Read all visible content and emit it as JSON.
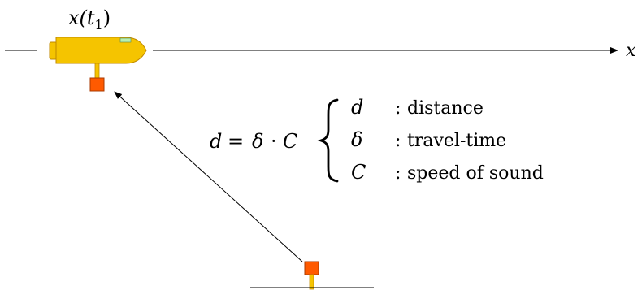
{
  "auv_label": {
    "base": "x(t",
    "subscript": "1",
    "close": ")"
  },
  "axis_label": "x",
  "equation": {
    "lhs": "d",
    "equals": "=",
    "delta": "δ",
    "dot": "·",
    "C": "C"
  },
  "definitions": [
    {
      "symbol": "d",
      "colon": ":",
      "meaning": "distance"
    },
    {
      "symbol": "δ",
      "colon": ":",
      "meaning": "travel-time"
    },
    {
      "symbol": "C",
      "colon": ":",
      "meaning": "speed of sound"
    }
  ],
  "colors": {
    "auv_body": "#F5C400",
    "auv_outline": "#C08A00",
    "transducer": "#FF5A00",
    "transducer_outline": "#A83A00",
    "sensor_patch": "#B8F0B0",
    "line": "#000000"
  }
}
